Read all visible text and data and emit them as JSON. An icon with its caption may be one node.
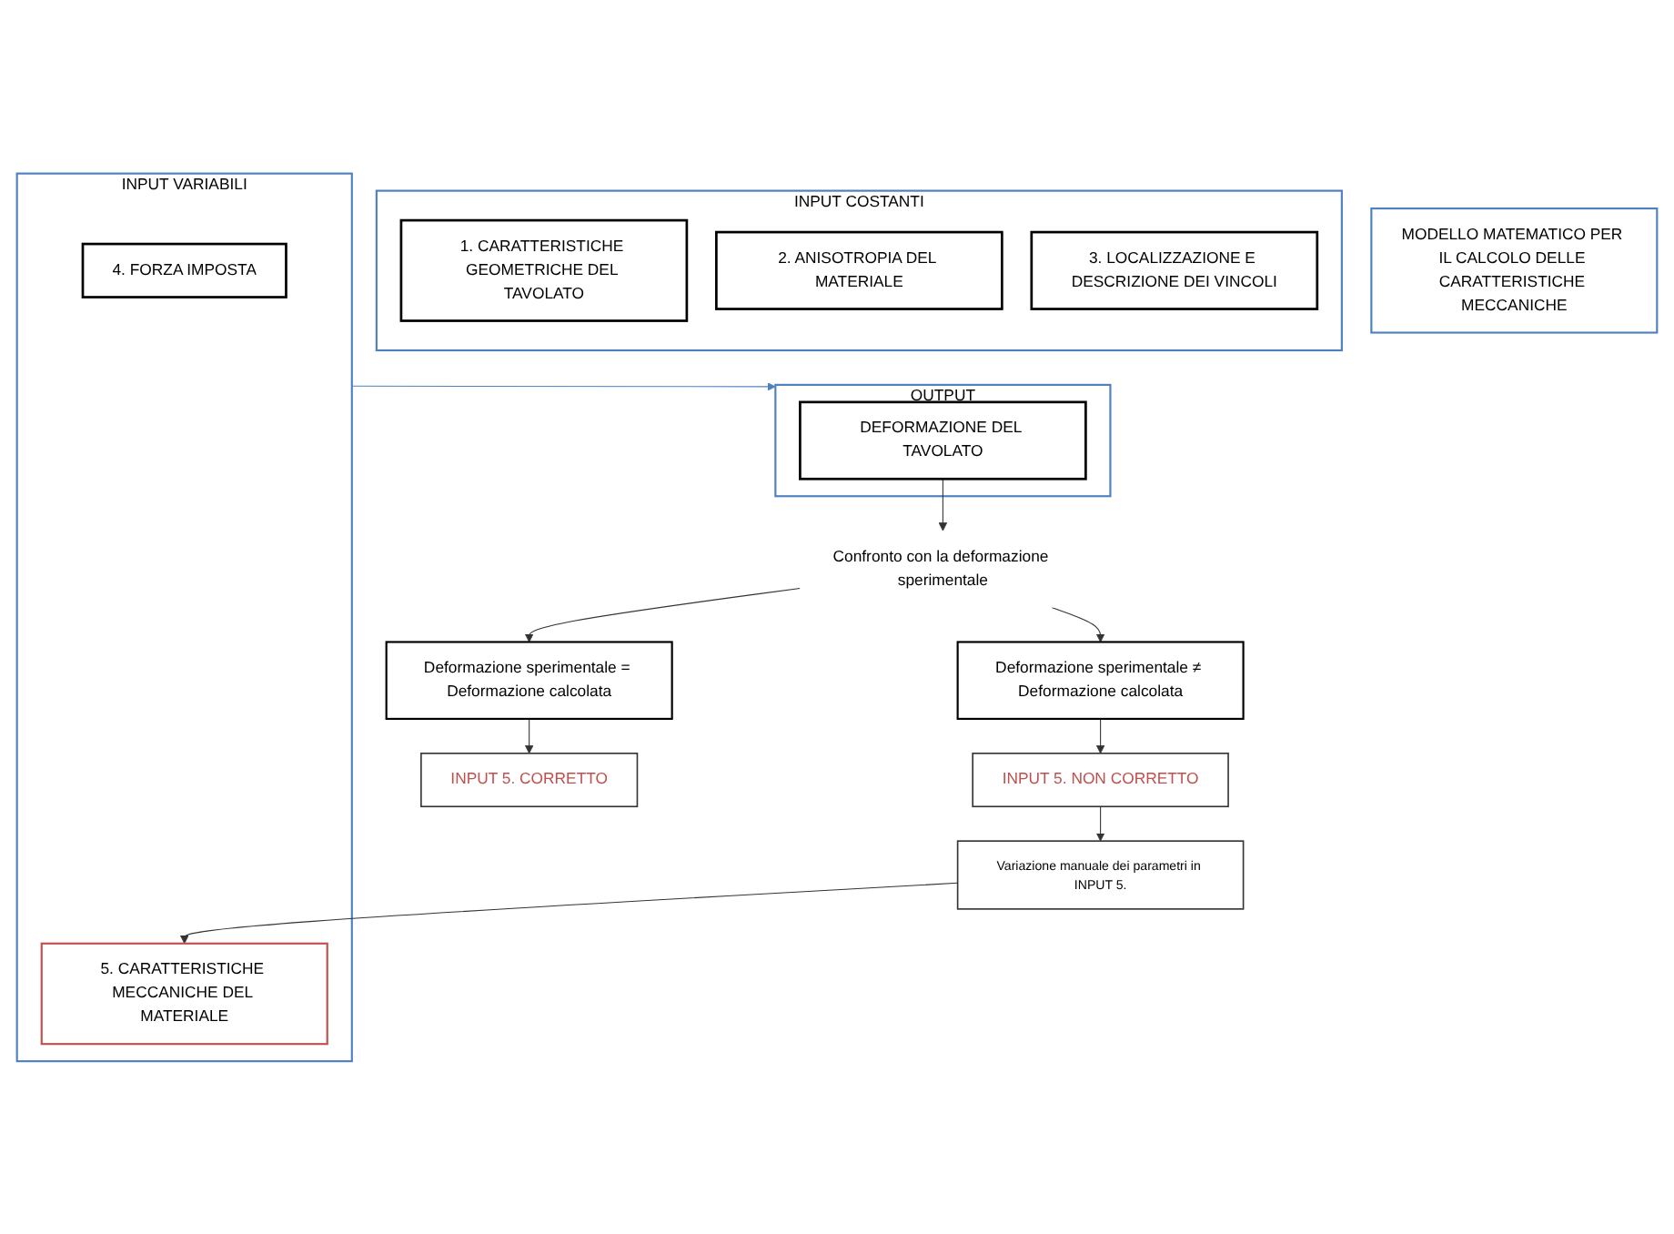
{
  "diagram": {
    "nodes": [
      {
        "text": [
          "MODELLO MATEMATICO PER IL CALCOLO DELLE CARATTERISTICHE MECCANICHE"
        ]
      },
      {
        "text": [
          "INPUT COSTANTI"
        ]
      },
      {
        "text": [
          "1. CARATTERISTICHE GEOMETRICHE DEL TAVOLATO"
        ],
        "in": 1
      },
      {
        "text": [
          "2. ANISOTROPIA DEL MATERIALE"
        ],
        "in": 1
      },
      {
        "text": [
          "3. LOCALIZZAZIONE E DESCRIZIONE DEI VINCOLI"
        ],
        "in": 1
      },
      {
        "text": [
          "INPUT VARIABILI"
        ]
      },
      {
        "text": [
          "4. FORZA IMPOSTA"
        ],
        "in": 5
      },
      {
        "text": [
          "5. CARATTERISTICHE MECCANICHE DEL MATERIALE"
        ],
        "in": 5
      },
      {
        "text": [
          "OUTPUT"
        ]
      },
      {
        "text": [
          "DEFORMAZIONE DEL TAVOLATO"
        ],
        "in": 8
      },
      {
        "text": [
          "Confronto con la deformazione sperimentale"
        ]
      },
      {
        "text": [
          "Deformazione sperimentale = Deformazione calcolata"
        ]
      },
      {
        "text": [
          "INPUT 5. CORRETTO"
        ]
      },
      {
        "text": [
          "Deformazione sperimentale ≠ Deformazione calcolata"
        ]
      },
      {
        "text": [
          "INPUT 5. NON CORRETTO"
        ]
      },
      {
        "text": [
          "Variazione manuale dei parametri in INPUT 5."
        ]
      }
    ],
    "edges": [
      {
        "from": 5,
        "to": 8,
        "arrow": "to",
        "color": "#4f81bd"
      },
      {
        "from": 9,
        "to": 10,
        "arrow": "to"
      },
      {
        "from": 10,
        "to": 11,
        "arrow": "to"
      },
      {
        "from": 10,
        "to": 13,
        "arrow": "to"
      },
      {
        "from": 11,
        "to": 12,
        "arrow": "to"
      },
      {
        "from": 13,
        "to": 14,
        "arrow": "to"
      },
      {
        "from": 14,
        "to": 15,
        "arrow": "to"
      },
      {
        "from": 15,
        "to": 7,
        "arrow": "to"
      }
    ]
  }
}
